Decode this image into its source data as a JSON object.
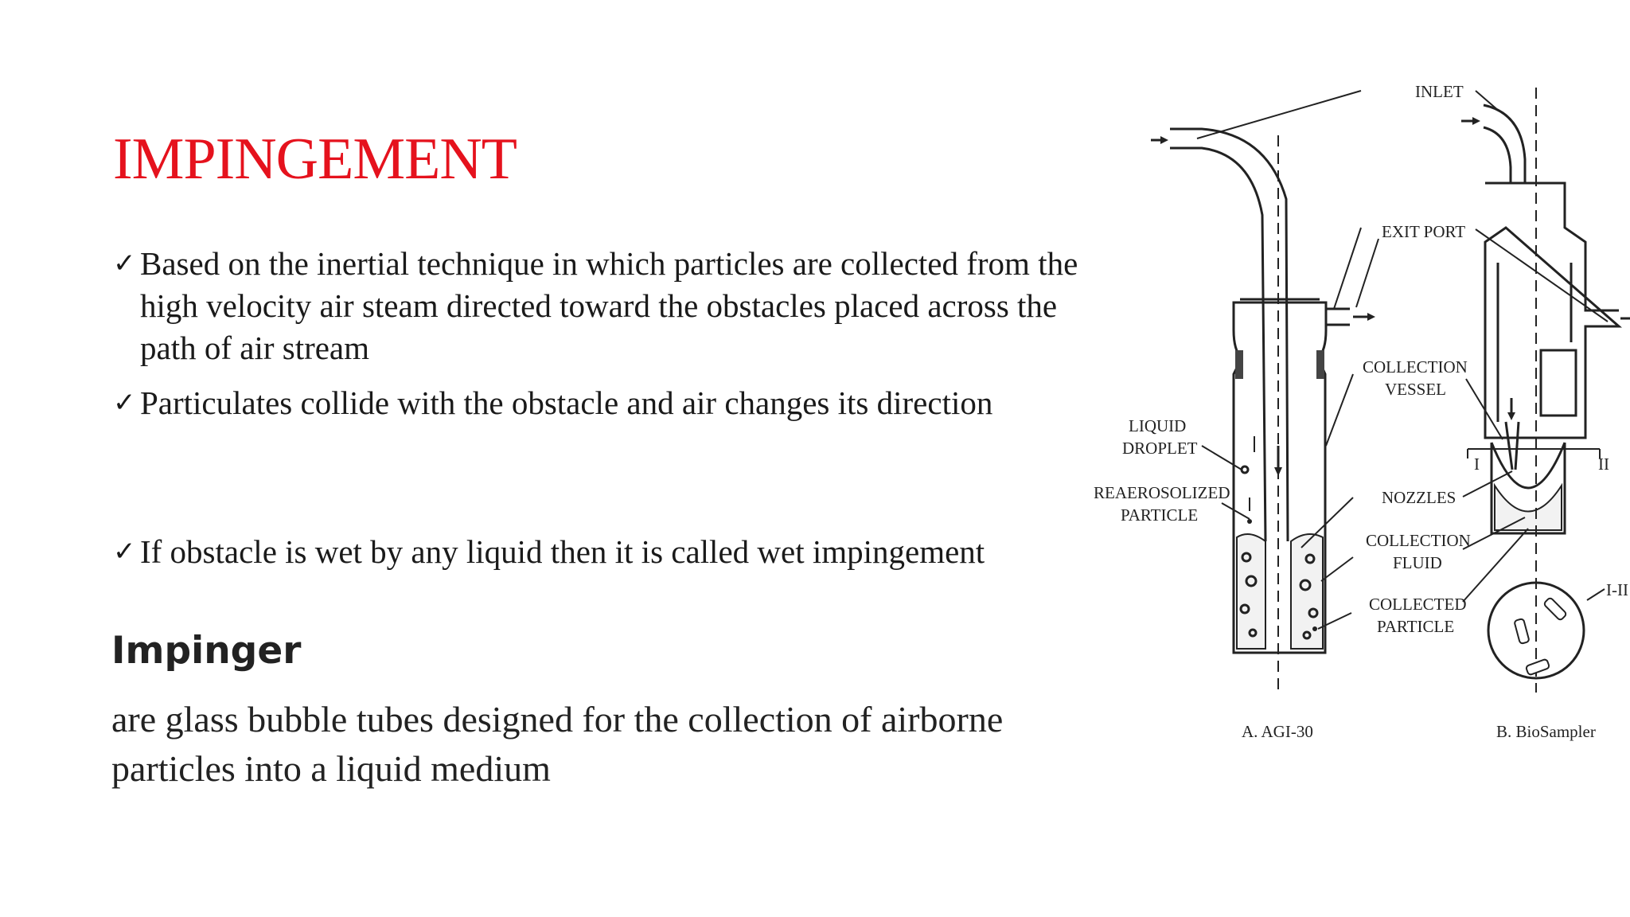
{
  "slide": {
    "title": "IMPINGEMENT",
    "bullets": [
      {
        "check": "✓",
        "text": "Based on the inertial technique in which particles are collected from the high velocity air steam directed toward the obstacles placed across the path of air stream"
      },
      {
        "check": "✓",
        "text": "Particulates collide with the obstacle and air changes its direction"
      },
      {
        "check": "✓",
        "text": "If obstacle is wet by any liquid then it is called wet impingement"
      }
    ],
    "subheading": "Impinger",
    "description": "are glass bubble tubes designed for the collection of airborne particles into a liquid medium"
  },
  "diagram": {
    "labels": {
      "inlet": "INLET",
      "exit_port": "EXIT PORT",
      "collection_vessel_1": "COLLECTION",
      "collection_vessel_2": "VESSEL",
      "liquid_droplet_1": "LIQUID",
      "liquid_droplet_2": "DROPLET",
      "reaerosolized_1": "REAEROSOLIZED",
      "reaerosolized_2": "PARTICLE",
      "nozzles": "NOZZLES",
      "collection_fluid_1": "COLLECTION",
      "collection_fluid_2": "FLUID",
      "collected_particle_1": "COLLECTED",
      "collected_particle_2": "PARTICLE",
      "section_i": "I",
      "section_ii": "II",
      "section_i_ii": "I-II",
      "caption_a": "A. AGI-30",
      "caption_b": "B. BioSampler"
    }
  }
}
